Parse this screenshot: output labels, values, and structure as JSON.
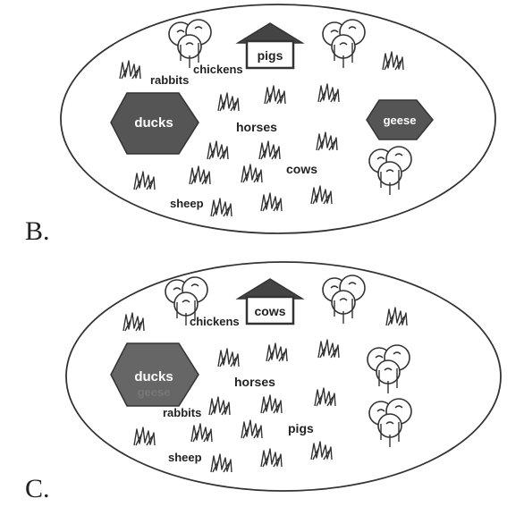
{
  "options": [
    {
      "letter": "B.",
      "labels": {
        "pigs": "pigs",
        "chickens": "chickens",
        "rabbits": "rabbits",
        "ducks": "ducks",
        "geese": "geese",
        "horses": "horses",
        "cows": "cows",
        "sheep": "sheep"
      }
    },
    {
      "letter": "C.",
      "labels": {
        "cows": "cows",
        "chickens": "chickens",
        "ducks": "ducks",
        "geese": "geese",
        "horses": "horses",
        "rabbits": "rabbits",
        "pigs": "pigs",
        "sheep": "sheep"
      }
    }
  ],
  "colors": {
    "outline": "#333333",
    "hexagon_fill": "#555555",
    "hexagon_fill_light": "#666666",
    "background": "#ffffff"
  },
  "icons": [
    "grass-tuft-icon",
    "tree-cluster-icon",
    "barn-icon",
    "hexagon-pen-icon"
  ]
}
